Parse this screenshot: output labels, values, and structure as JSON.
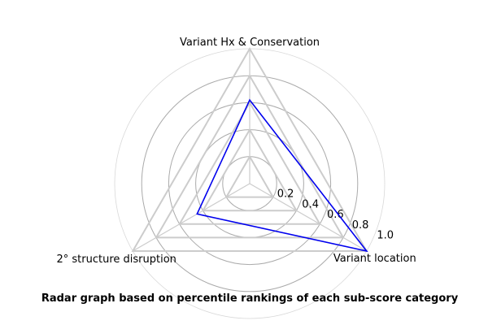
{
  "chart_data": {
    "type": "radar",
    "title": "Radar graph based on percentile rankings of each sub-score category",
    "axes": [
      "Variant Hx & Conservation",
      "Variant location",
      "2° structure disruption"
    ],
    "series": [
      {
        "values": [
          0.62,
          1.0,
          0.45
        ],
        "color": "#0000ee"
      }
    ],
    "rlim": [
      0,
      1.0
    ],
    "rticks": [
      0.2,
      0.4,
      0.6,
      0.8,
      1.0
    ],
    "rtick_labels": [
      "0.2",
      "0.4",
      "0.6",
      "0.8",
      "1.0"
    ],
    "grid": true,
    "grid_color": "#aaaaaa",
    "polygon_grid_color": "#cccccc",
    "outer_circle_color": "#d8d8d8"
  }
}
